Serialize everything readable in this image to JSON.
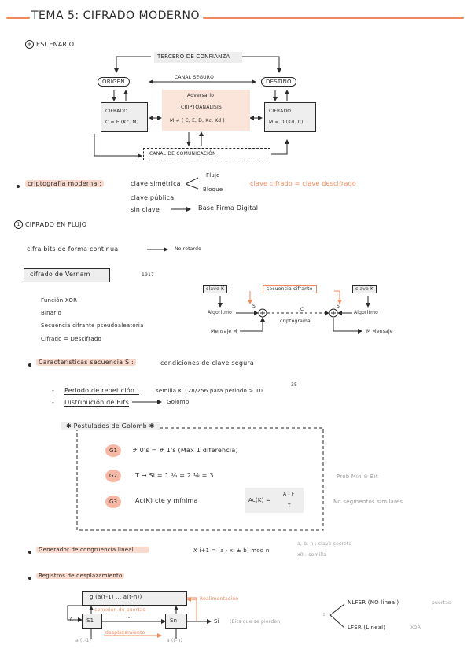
{
  "title": "TEMA 5: CIFRADO MODERNO",
  "escenario": {
    "heading": "ESCENARIO",
    "tercero": "TERCERO DE CONFIANZA",
    "origen": "ORIGEN",
    "destino": "DESTINO",
    "canal_seguro": "CANAL SEGURO",
    "cifrado_left_1": "CIFRADO",
    "cifrado_left_2": "C = E (Kc, M)",
    "adversario_1": "Adversario",
    "adversario_2": "CRIPTOANÁLISIS",
    "adversario_3": "M ≠ ( C, E, D, Kc, Kd )",
    "cifrado_right_1": "CIFRADO",
    "cifrado_right_2": "M = D (Kd, C)",
    "canal_com": "CANAL DE COMUNICACIÓN"
  },
  "cripto": {
    "label": "criptografía moderna :",
    "clave_simetrica": "clave simétrica",
    "flujo": "Flujo",
    "bloque": "Bloque",
    "clave_note": "clave cifrado = clave descifrado",
    "clave_publica": "clave pública",
    "sin_clave": "sin clave",
    "base_firma": "Base Firma Digital"
  },
  "flujo": {
    "heading": "CIFRADO EN FLUJO",
    "cifra_bits": "cifra bits de forma continua",
    "no_retardo": "No retardo",
    "vernam": "cifrado de Vernam",
    "year": "1917",
    "funcion": "Función XOR",
    "binario": "Binario",
    "secuencia": "Secuencia cifrante pseudoaleatoria",
    "cifrado_eq": "Cifrado = Descifrado",
    "diagram": {
      "clave_k_left": "clave K",
      "clave_k_right": "clave K",
      "secuencia_cifrante": "secuencia cifrante",
      "algoritmo_left": "Algoritmo",
      "algoritmo_right": "Algoritmo",
      "s_left": "S",
      "s_right": "S",
      "c": "C",
      "criptograma": "criptograma",
      "mensaje_left": "Mensaje M",
      "mensaje_right": "M  Mensaje"
    }
  },
  "caracteristicas": {
    "label": "Características secuencia S :",
    "condiciones": "condiciones de clave segura",
    "periodo_label": "Periodo de repetición :",
    "periodo_text": "semilla K 128/256 para periodo > 10",
    "periodo_exp": "35",
    "distribucion_label": "Distribución de Bits",
    "golomb": "Golomb",
    "postulados": "Postulados de Golomb",
    "g1": "G1",
    "g1_text": "# 0's = # 1's   (Max 1 diferencia)",
    "g2": "G2",
    "g2_text": "T  →  Si = 1     ¼ = 2     ⅛ = 3",
    "g2_note": "Prob Mín  ⊜  Bit",
    "g3": "G3",
    "g3_text": "Ac(K)  cte  y  mínima",
    "g3_formula_label": "Ac(K) =",
    "g3_num": "A - F",
    "g3_den": "T",
    "g3_note": "No segmentos similares"
  },
  "generador": {
    "label": "Generador de congruencia lineal",
    "formula": "X i+1 = (a · xi ± b) mod n",
    "note_1": "a, b, n : clave secreta",
    "note_2": "x0 : semilla"
  },
  "registro": {
    "label": "Registros de desplazamiento",
    "g_box": "g (a(t-1) ... a(t-n))",
    "realimentacion": "Realimentación",
    "conexion": "conexión de puertas",
    "s1": "S1",
    "dots": "...",
    "sn": "Sn",
    "desplazamiento": "desplazamiento",
    "q": "?",
    "a_t1": "a (t-1)",
    "a_tn": "a (t-n)",
    "si": "Si",
    "si_note": "(Bits que se pierden)",
    "nlfsr": "NLFSR   (NO lineal)",
    "nlfsr_note": "puertas",
    "lfsr": "LFSR   (Lineal)",
    "lfsr_note": "XOR"
  },
  "colors": {
    "accent": "#f08a5d",
    "highlight": "#f9d9cc",
    "badge": "#f6b8a4",
    "ink": "#2a2a2a"
  }
}
